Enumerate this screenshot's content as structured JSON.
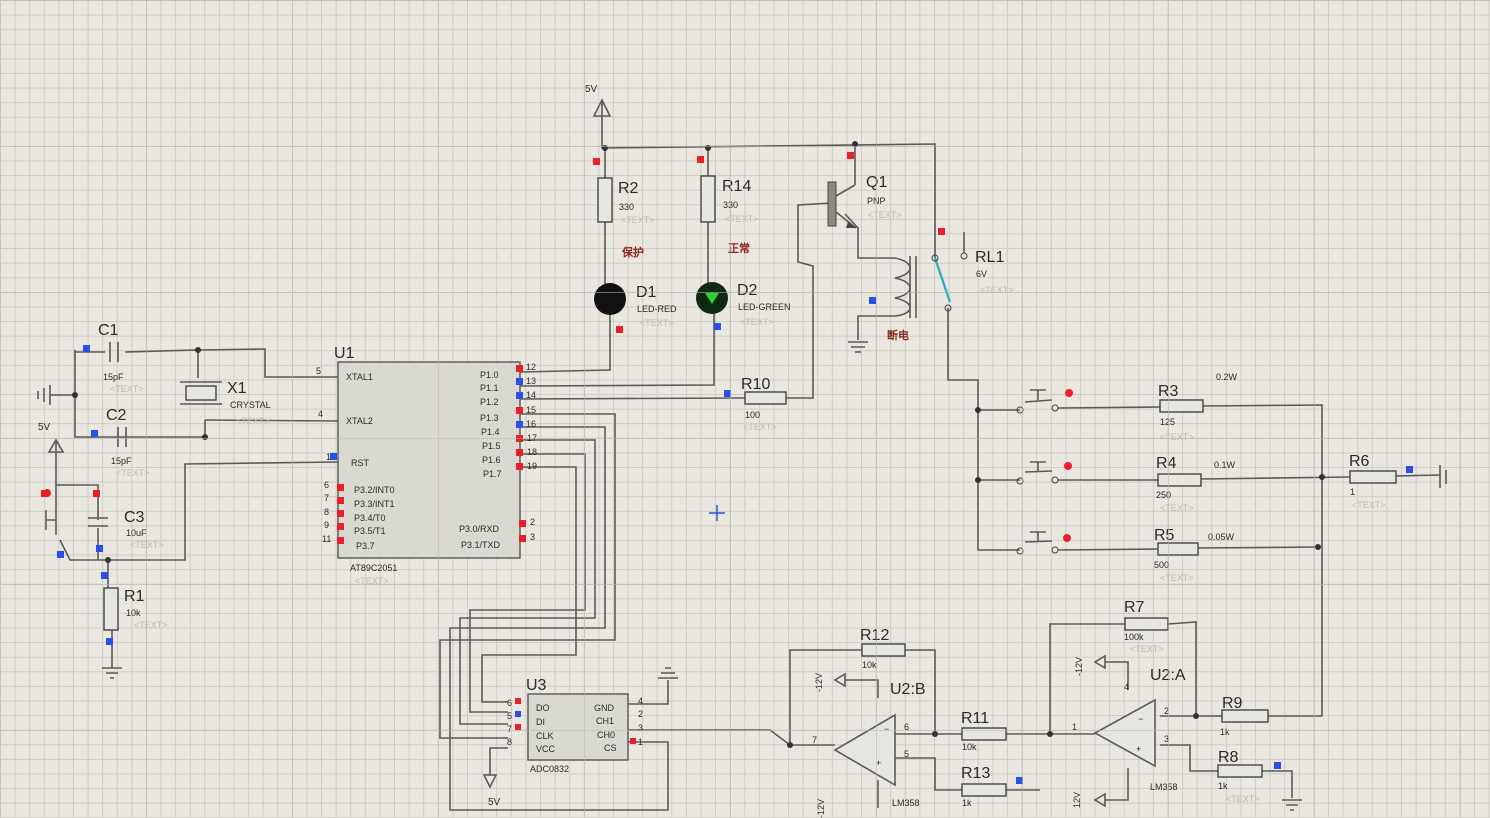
{
  "supply": {
    "top_5v": "5V",
    "left_5v": "5V",
    "adc_5v": "5V",
    "u2b_neg": "-12V",
    "u2a_neg": "-12V",
    "u2b_bot": "-12V",
    "u2a_bot": "12V"
  },
  "capacitors": {
    "c1": {
      "ref": "C1",
      "value": "15pF",
      "text": "<TEXT>"
    },
    "c2": {
      "ref": "C2",
      "value": "15pF",
      "text": "<TEXT>"
    },
    "c3": {
      "ref": "C3",
      "value": "10uF",
      "text": "<TEXT>"
    }
  },
  "crystal": {
    "ref": "X1",
    "value": "CRYSTAL",
    "text": "<TEXT>"
  },
  "resistors": {
    "r1": {
      "ref": "R1",
      "value": "10k",
      "text": "<TEXT>"
    },
    "r2": {
      "ref": "R2",
      "value": "330",
      "text": "<TEXT>"
    },
    "r14": {
      "ref": "R14",
      "value": "330",
      "text": "<TEXT>"
    },
    "r10": {
      "ref": "R10",
      "value": "100",
      "text": "<TEXT>"
    },
    "r3": {
      "ref": "R3",
      "value": "125",
      "text": "<TEXT>",
      "power": "0.2W"
    },
    "r4": {
      "ref": "R4",
      "value": "250",
      "text": "<TEXT>",
      "power": "0.1W"
    },
    "r5": {
      "ref": "R5",
      "value": "500",
      "text": "<TEXT>",
      "power": "0.05W"
    },
    "r6": {
      "ref": "R6",
      "value": "1",
      "text": "<TEXT>"
    },
    "r7": {
      "ref": "R7",
      "value": "100k",
      "text": "<TEXT>"
    },
    "r12": {
      "ref": "R12",
      "value": "10k"
    },
    "r11": {
      "ref": "R11",
      "value": "10k"
    },
    "r13": {
      "ref": "R13",
      "value": "1k"
    },
    "r9": {
      "ref": "R9",
      "value": "1k"
    },
    "r8": {
      "ref": "R8",
      "value": "1k",
      "text": "<TEXT>"
    }
  },
  "leds": {
    "d1": {
      "ref": "D1",
      "value": "LED-RED",
      "text": "<TEXT>",
      "cn_label": "保护"
    },
    "d2": {
      "ref": "D2",
      "value": "LED-GREEN",
      "text": "<TEXT>",
      "cn_label": "正常"
    }
  },
  "transistor": {
    "ref": "Q1",
    "value": "PNP",
    "text": "<TEXT>"
  },
  "relay": {
    "ref": "RL1",
    "value": "6V",
    "text": "<TEXT>",
    "cn_label": "断电"
  },
  "mcu": {
    "ref": "U1",
    "part": "AT89C2051",
    "text": "<TEXT>",
    "left_pins": [
      {
        "num": "5",
        "name": "XTAL1"
      },
      {
        "num": "4",
        "name": "XTAL2"
      },
      {
        "num": "1",
        "name": "RST"
      },
      {
        "num": "6",
        "name": "P3.2/INT0"
      },
      {
        "num": "7",
        "name": "P3.3/INT1"
      },
      {
        "num": "8",
        "name": "P3.4/T0"
      },
      {
        "num": "9",
        "name": "P3.5/T1"
      },
      {
        "num": "11",
        "name": "P3.7"
      }
    ],
    "right_pins": [
      {
        "num": "12",
        "name": "P1.0"
      },
      {
        "num": "13",
        "name": "P1.1"
      },
      {
        "num": "14",
        "name": "P1.2"
      },
      {
        "num": "15",
        "name": "P1.3"
      },
      {
        "num": "16",
        "name": "P1.4"
      },
      {
        "num": "17",
        "name": "P1.5"
      },
      {
        "num": "18",
        "name": "P1.6"
      },
      {
        "num": "19",
        "name": "P1.7"
      },
      {
        "num": "2",
        "name": "P3.0/RXD"
      },
      {
        "num": "3",
        "name": "P3.1/TXD"
      }
    ]
  },
  "adc": {
    "ref": "U3",
    "part": "ADC0832",
    "left_pins": [
      {
        "num": "6",
        "name": "DO"
      },
      {
        "num": "5",
        "name": "DI"
      },
      {
        "num": "7",
        "name": "CLK"
      },
      {
        "num": "8",
        "name": "VCC"
      }
    ],
    "right_pins": [
      {
        "num": "4",
        "name": "GND"
      },
      {
        "num": "2",
        "name": "CH1"
      },
      {
        "num": "3",
        "name": "CH0"
      },
      {
        "num": "1",
        "name": "CS"
      }
    ]
  },
  "opamps": {
    "u2b": {
      "ref": "U2:B",
      "part": "LM358",
      "pin_a": "7",
      "pin_b": "6",
      "pin_c": "5"
    },
    "u2a": {
      "ref": "U2:A",
      "part": "LM358",
      "pin_a": "1",
      "pin_b": "2",
      "pin_c": "3",
      "pin_d": "4"
    }
  }
}
